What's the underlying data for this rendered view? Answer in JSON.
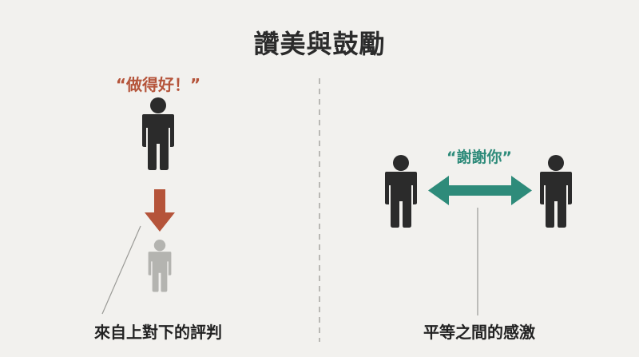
{
  "title": "讚美與鼓勵",
  "left": {
    "quote": "“做得好！”",
    "caption": "來自上對下的評判"
  },
  "right": {
    "quote": "“謝謝你”",
    "caption": "平等之間的感激"
  },
  "colors": {
    "background": "#f2f1ee",
    "figure_dark": "#2b2b2b",
    "figure_light": "#b4b4b0",
    "praise_accent": "#b5543a",
    "thanks_accent": "#2e8b7a"
  }
}
